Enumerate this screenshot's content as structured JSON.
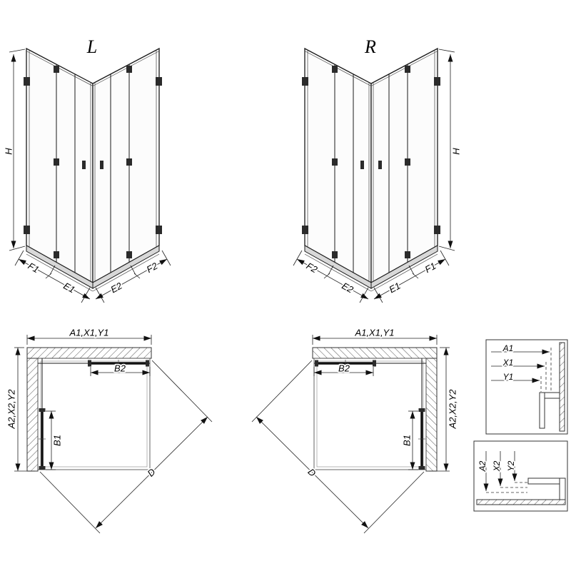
{
  "drawing": {
    "iso_left": {
      "label": "L",
      "h": "H",
      "f1": "F1",
      "e1": "E1",
      "e2": "E2",
      "f2": "F2"
    },
    "iso_right": {
      "label": "R",
      "h": "H",
      "f1": "F1",
      "e1": "E1",
      "e2": "E2",
      "f2": "F2"
    },
    "plan_left": {
      "top": "A1,X1,Y1",
      "side": "A2,X2,Y2",
      "door_top": "B2",
      "door_side": "B1",
      "diagonal": "D"
    },
    "plan_right": {
      "top": "A1,X1,Y1",
      "side": "A2,X2,Y2",
      "door_top": "B2",
      "door_side": "B1",
      "diagonal": "D"
    },
    "detail_top": {
      "a1": "A1",
      "x1": "X1",
      "y1": "Y1"
    },
    "detail_bottom": {
      "a2": "A2",
      "x2": "X2",
      "y2": "Y2"
    }
  }
}
